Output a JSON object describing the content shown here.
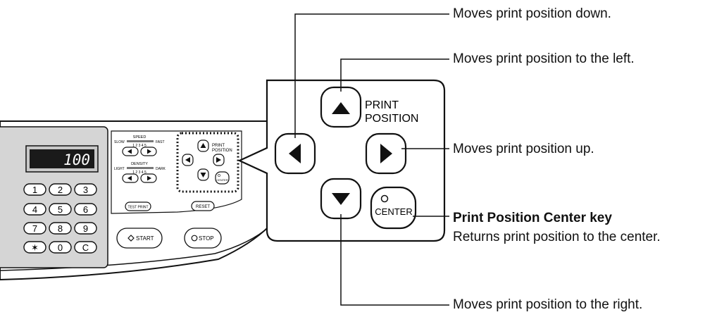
{
  "panel": {
    "display_value": "100",
    "keypad": [
      "1",
      "2",
      "3",
      "4",
      "5",
      "6",
      "7",
      "8",
      "9",
      "✶",
      "0",
      "C"
    ],
    "speed": {
      "title": "SPEED",
      "left": "SLOW",
      "right": "FAST",
      "scale": "1  2  3  4  5"
    },
    "density": {
      "title": "DENSITY",
      "left": "LIGHT",
      "right": "DARK",
      "scale": "1  2  3  4  5"
    },
    "print_position_line1": "PRINT",
    "print_position_line2": "POSITION",
    "center_label": "CENTER",
    "test_print_label": "TEST PRINT",
    "reset_label": "RESET",
    "start_label": "START",
    "stop_label": "STOP"
  },
  "zoom": {
    "print_position_line1": "PRINT",
    "print_position_line2": "POSITION",
    "center_label": "CENTER"
  },
  "callouts": {
    "up_key": "Moves print position down.",
    "left_key": "Moves print position to the left.",
    "right_key": "Moves print position up.",
    "center_title": "Print Position Center key",
    "center_desc": "Returns print position to the center.",
    "down_key": "Moves print position to the right."
  }
}
